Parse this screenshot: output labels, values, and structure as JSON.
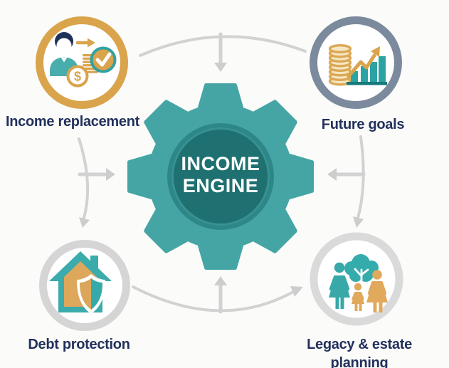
{
  "center": {
    "line1": "INCOME",
    "line2": "ENGINE"
  },
  "nodes": [
    {
      "id": "income-replacement",
      "label": "Income replacement",
      "ring_color": "#D9A44C",
      "icon": "person-money-check-icon"
    },
    {
      "id": "future-goals",
      "label": "Future goals",
      "ring_color": "#7B8A9C",
      "icon": "coins-growth-chart-icon"
    },
    {
      "id": "debt-protection",
      "label": "Debt protection",
      "ring_color": "#D5D5D5",
      "icon": "house-shield-icon"
    },
    {
      "id": "legacy-estate-planning",
      "label": "Legacy & estate planning",
      "ring_color": "#DADADA",
      "icon": "family-tree-icon"
    }
  ],
  "icons": {
    "dollar": "$"
  },
  "colors": {
    "gear_body": "#45A5A5",
    "gear_ring": "#2D8788",
    "gear_hub": "#1F7070",
    "gold": "#D9A44C",
    "teal": "#3BABAB",
    "teal_dark": "#1B7B7B",
    "navy": "#22315C",
    "slate_ring": "#7B8A9C",
    "arrow_gray": "#D2D2D2",
    "background": "#FBFBF9"
  }
}
